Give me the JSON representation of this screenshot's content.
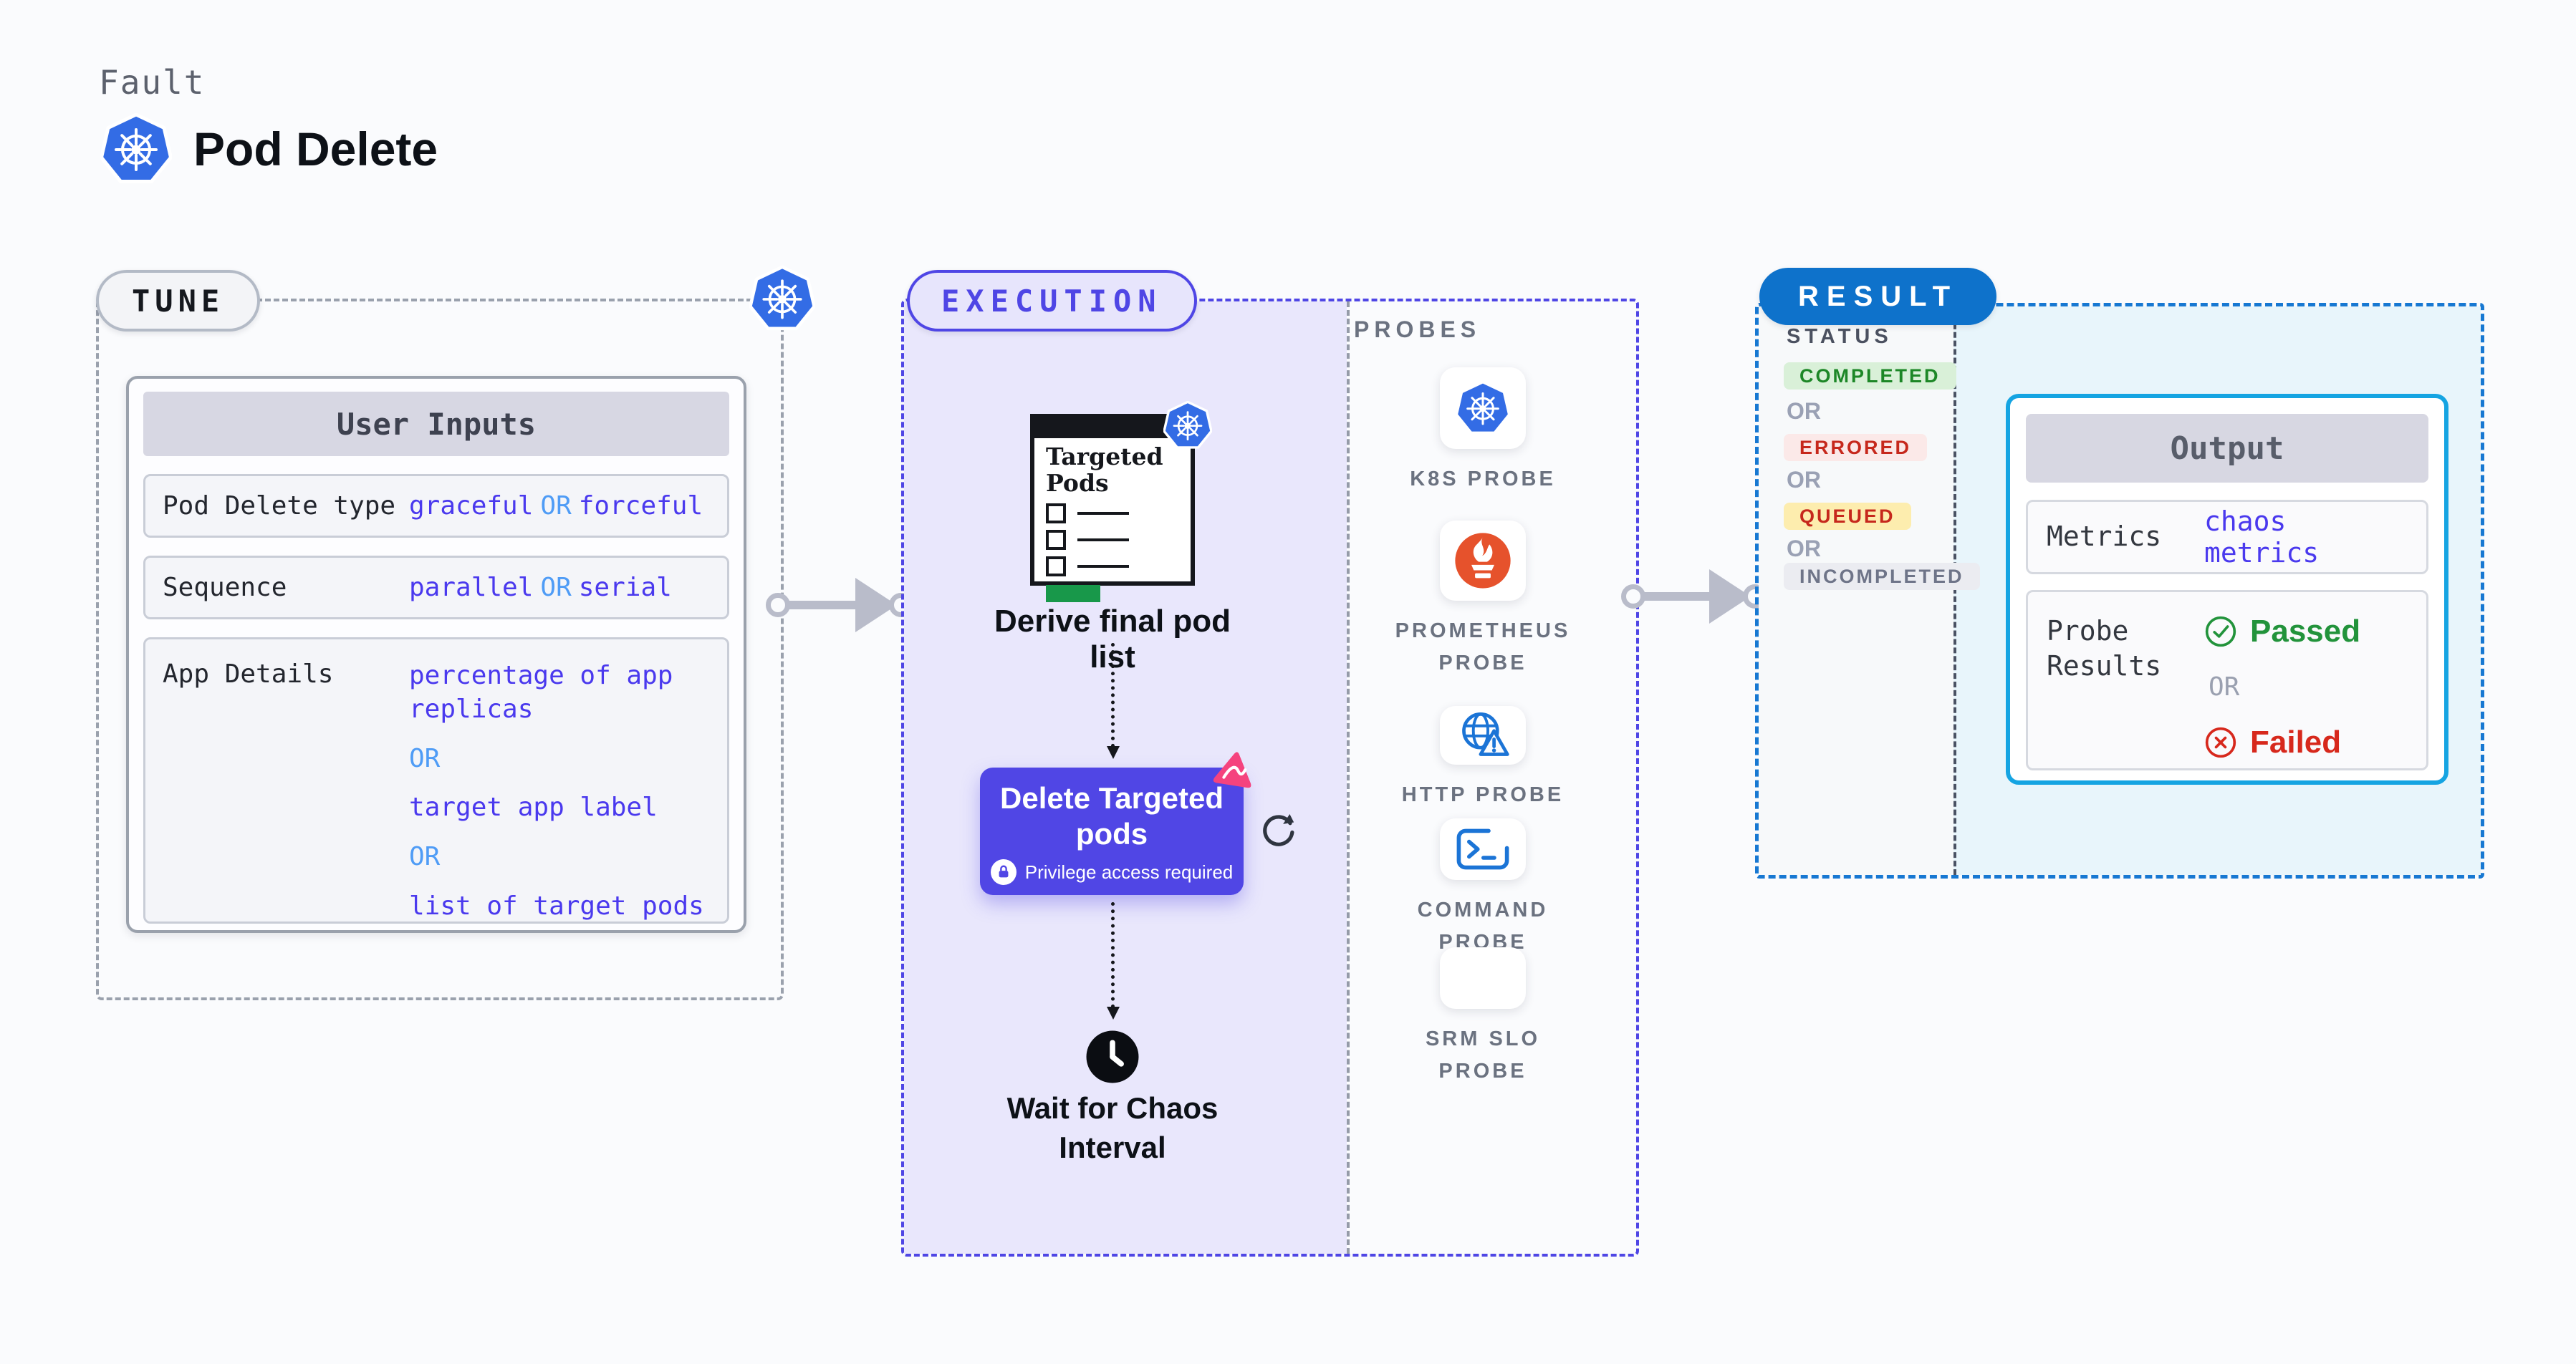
{
  "header": {
    "kicker": "Fault",
    "title": "Pod Delete"
  },
  "colors": {
    "background": "#fafbfd",
    "indigo_accent": "#4f46e5",
    "value_blue": "#4a39ee",
    "or_light_blue": "#4f9cf6",
    "result_pill_blue": "#0e72cb",
    "output_border_cyan": "#15a4e2",
    "completed_green": "#1d8727",
    "errored_red": "#c6281c",
    "queued_bg_yellow": "#fdedae",
    "passed_green": "#22933b",
    "failed_red": "#d7281c",
    "kubernetes_blue": "#336ce5",
    "prometheus_orange": "#e6522c",
    "chaos_pink": "#f5437e",
    "progress_green": "#18984a"
  },
  "tune": {
    "pill": "TUNE",
    "table": {
      "header": "User Inputs",
      "rows": [
        {
          "label": "Pod Delete type",
          "v1": "graceful",
          "or1": "OR",
          "v2": "forceful"
        },
        {
          "label": "Sequence",
          "v1": "parallel",
          "or1": "OR",
          "v2": "serial"
        },
        {
          "label": "App Details",
          "v1": "percentage of app replicas",
          "or1": "OR",
          "v2": "target app label",
          "or2": "OR",
          "v3": "list of target pods"
        }
      ]
    }
  },
  "execution": {
    "pill": "EXECUTION",
    "targeted_card": {
      "title": "Targeted Pods"
    },
    "derive_step": "Derive final pod list",
    "delete_step": {
      "label": "Delete Targeted pods",
      "privilege_note": "Privilege access required"
    },
    "wait_step": "Wait for Chaos Interval",
    "probes": {
      "heading": "PROBES",
      "items": [
        {
          "name": "K8S PROBE",
          "icon": "k8s-probe-icon"
        },
        {
          "name": "PROMETHEUS PROBE",
          "icon": "prometheus-probe-icon"
        },
        {
          "name": "HTTP PROBE",
          "icon": "http-probe-icon"
        },
        {
          "name": "COMMAND PROBE",
          "icon": "command-probe-icon"
        },
        {
          "name": "SRM SLO PROBE",
          "icon": "srm-slo-probe-icon"
        }
      ]
    }
  },
  "result": {
    "pill": "RESULT",
    "status": {
      "heading": "STATUS",
      "or": "OR",
      "items": [
        {
          "label": "COMPLETED",
          "kind": "success"
        },
        {
          "label": "ERRORED",
          "kind": "error"
        },
        {
          "label": "QUEUED",
          "kind": "queued"
        },
        {
          "label": "INCOMPLETED",
          "kind": "neutral"
        }
      ]
    },
    "output": {
      "header": "Output",
      "metrics_label": "Metrics",
      "metrics_value": "chaos metrics",
      "probe_results_label": "Probe Results",
      "passed": "Passed",
      "or": "OR",
      "failed": "Failed"
    }
  }
}
